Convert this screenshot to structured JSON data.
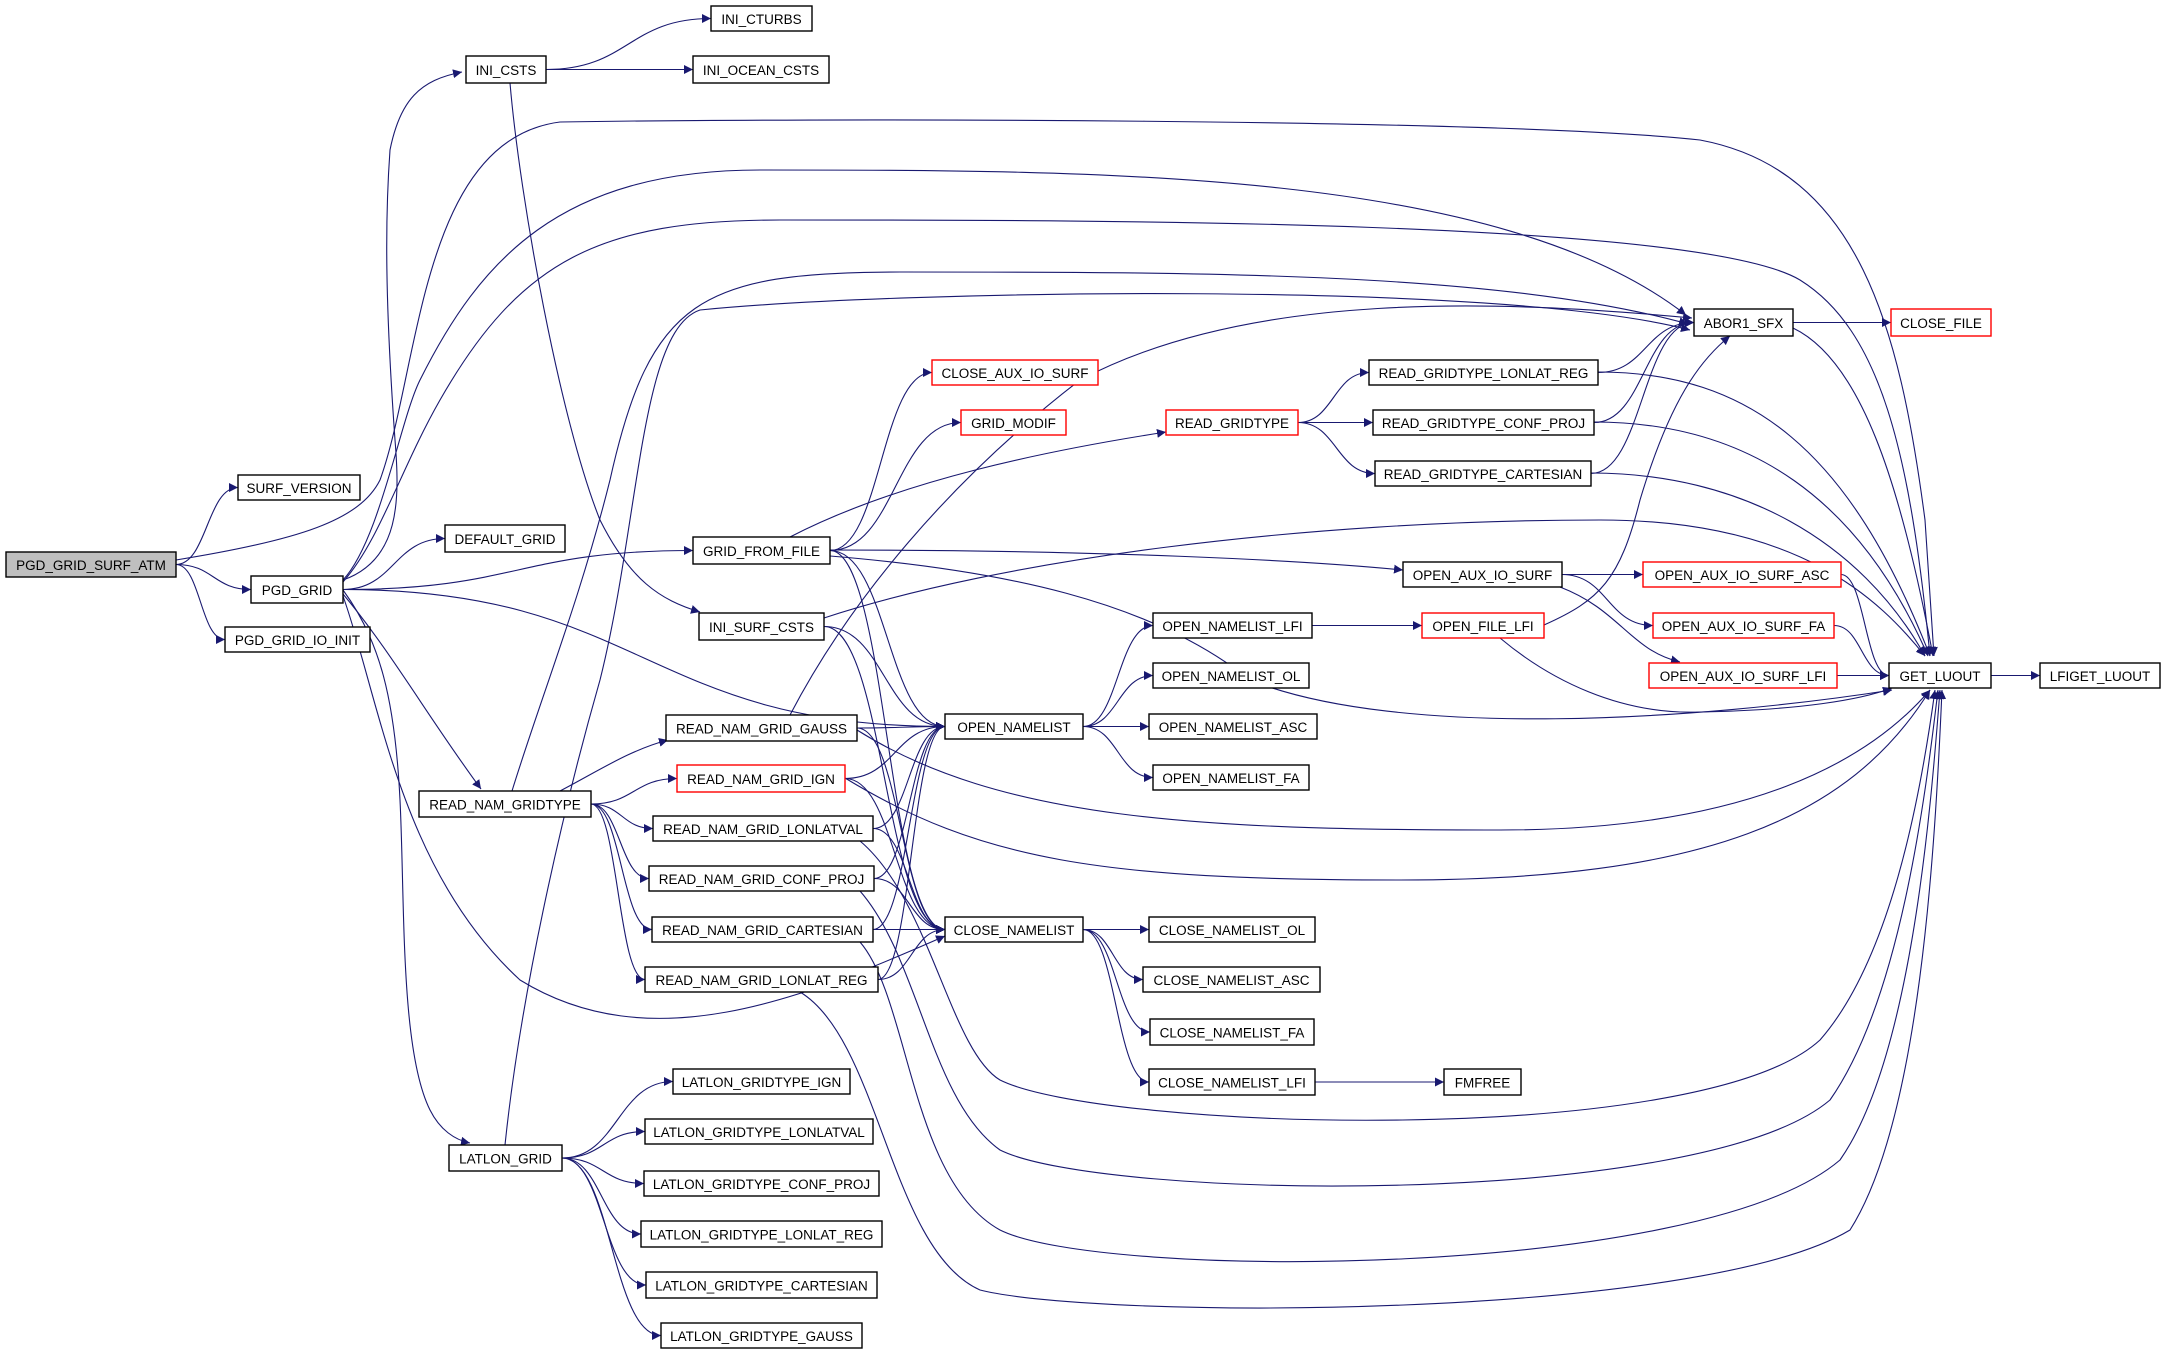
{
  "title": "Call graph of PGD_GRID_SURF_ATM",
  "colors": {
    "edge": "#191970",
    "node_border": "#000000",
    "node_border_undocumented": "#ff0000",
    "root_fill": "#bfbfbf",
    "node_fill": "#ffffff"
  },
  "nodes": [
    {
      "id": "PGD_GRID_SURF_ATM",
      "label": "PGD_GRID_SURF_ATM",
      "style": "root"
    },
    {
      "id": "SURF_VERSION",
      "label": "SURF_VERSION",
      "style": "normal"
    },
    {
      "id": "PGD_GRID",
      "label": "PGD_GRID",
      "style": "normal"
    },
    {
      "id": "PGD_GRID_IO_INIT",
      "label": "PGD_GRID_IO_INIT",
      "style": "normal"
    },
    {
      "id": "INI_CSTS",
      "label": "INI_CSTS",
      "style": "normal"
    },
    {
      "id": "INI_CTURBS",
      "label": "INI_CTURBS",
      "style": "normal"
    },
    {
      "id": "INI_OCEAN_CSTS",
      "label": "INI_OCEAN_CSTS",
      "style": "normal"
    },
    {
      "id": "DEFAULT_GRID",
      "label": "DEFAULT_GRID",
      "style": "normal"
    },
    {
      "id": "GRID_FROM_FILE",
      "label": "GRID_FROM_FILE",
      "style": "normal"
    },
    {
      "id": "INI_SURF_CSTS",
      "label": "INI_SURF_CSTS",
      "style": "normal"
    },
    {
      "id": "READ_NAM_GRIDTYPE",
      "label": "READ_NAM_GRIDTYPE",
      "style": "normal"
    },
    {
      "id": "READ_NAM_GRID_GAUSS",
      "label": "READ_NAM_GRID_GAUSS",
      "style": "normal"
    },
    {
      "id": "READ_NAM_GRID_IGN",
      "label": "READ_NAM_GRID_IGN",
      "style": "red"
    },
    {
      "id": "READ_NAM_GRID_LONLATVAL",
      "label": "READ_NAM_GRID_LONLATVAL",
      "style": "normal"
    },
    {
      "id": "READ_NAM_GRID_CONF_PROJ",
      "label": "READ_NAM_GRID_CONF_PROJ",
      "style": "normal"
    },
    {
      "id": "READ_NAM_GRID_CARTESIAN",
      "label": "READ_NAM_GRID_CARTESIAN",
      "style": "normal"
    },
    {
      "id": "READ_NAM_GRID_LONLAT_REG",
      "label": "READ_NAM_GRID_LONLAT_REG",
      "style": "normal"
    },
    {
      "id": "OPEN_NAMELIST",
      "label": "OPEN_NAMELIST",
      "style": "normal"
    },
    {
      "id": "CLOSE_NAMELIST",
      "label": "CLOSE_NAMELIST",
      "style": "normal"
    },
    {
      "id": "CLOSE_AUX_IO_SURF",
      "label": "CLOSE_AUX_IO_SURF",
      "style": "red"
    },
    {
      "id": "GRID_MODIF",
      "label": "GRID_MODIF",
      "style": "red"
    },
    {
      "id": "READ_GRIDTYPE",
      "label": "READ_GRIDTYPE",
      "style": "red"
    },
    {
      "id": "READ_GRIDTYPE_LONLAT_REG",
      "label": "READ_GRIDTYPE_LONLAT_REG",
      "style": "normal"
    },
    {
      "id": "READ_GRIDTYPE_CONF_PROJ",
      "label": "READ_GRIDTYPE_CONF_PROJ",
      "style": "normal"
    },
    {
      "id": "READ_GRIDTYPE_CARTESIAN",
      "label": "READ_GRIDTYPE_CARTESIAN",
      "style": "normal"
    },
    {
      "id": "ABOR1_SFX",
      "label": "ABOR1_SFX",
      "style": "normal"
    },
    {
      "id": "CLOSE_FILE",
      "label": "CLOSE_FILE",
      "style": "red"
    },
    {
      "id": "OPEN_AUX_IO_SURF",
      "label": "OPEN_AUX_IO_SURF",
      "style": "normal"
    },
    {
      "id": "OPEN_AUX_IO_SURF_ASC",
      "label": "OPEN_AUX_IO_SURF_ASC",
      "style": "red"
    },
    {
      "id": "OPEN_AUX_IO_SURF_FA",
      "label": "OPEN_AUX_IO_SURF_FA",
      "style": "red"
    },
    {
      "id": "OPEN_AUX_IO_SURF_LFI",
      "label": "OPEN_AUX_IO_SURF_LFI",
      "style": "red"
    },
    {
      "id": "OPEN_FILE_LFI",
      "label": "OPEN_FILE_LFI",
      "style": "red"
    },
    {
      "id": "OPEN_NAMELIST_LFI",
      "label": "OPEN_NAMELIST_LFI",
      "style": "normal"
    },
    {
      "id": "OPEN_NAMELIST_OL",
      "label": "OPEN_NAMELIST_OL",
      "style": "normal"
    },
    {
      "id": "OPEN_NAMELIST_ASC",
      "label": "OPEN_NAMELIST_ASC",
      "style": "normal"
    },
    {
      "id": "OPEN_NAMELIST_FA",
      "label": "OPEN_NAMELIST_FA",
      "style": "normal"
    },
    {
      "id": "GET_LUOUT",
      "label": "GET_LUOUT",
      "style": "normal"
    },
    {
      "id": "LFIGET_LUOUT",
      "label": "LFIGET_LUOUT",
      "style": "normal"
    },
    {
      "id": "CLOSE_NAMELIST_OL",
      "label": "CLOSE_NAMELIST_OL",
      "style": "normal"
    },
    {
      "id": "CLOSE_NAMELIST_ASC",
      "label": "CLOSE_NAMELIST_ASC",
      "style": "normal"
    },
    {
      "id": "CLOSE_NAMELIST_FA",
      "label": "CLOSE_NAMELIST_FA",
      "style": "normal"
    },
    {
      "id": "CLOSE_NAMELIST_LFI",
      "label": "CLOSE_NAMELIST_LFI",
      "style": "normal"
    },
    {
      "id": "FMFREE",
      "label": "FMFREE",
      "style": "normal"
    },
    {
      "id": "LATLON_GRID",
      "label": "LATLON_GRID",
      "style": "normal"
    },
    {
      "id": "LATLON_GRIDTYPE_IGN",
      "label": "LATLON_GRIDTYPE_IGN",
      "style": "normal"
    },
    {
      "id": "LATLON_GRIDTYPE_LONLATVAL",
      "label": "LATLON_GRIDTYPE_LONLATVAL",
      "style": "normal"
    },
    {
      "id": "LATLON_GRIDTYPE_CONF_PROJ",
      "label": "LATLON_GRIDTYPE_CONF_PROJ",
      "style": "normal"
    },
    {
      "id": "LATLON_GRIDTYPE_LONLAT_REG",
      "label": "LATLON_GRIDTYPE_LONLAT_REG",
      "style": "normal"
    },
    {
      "id": "LATLON_GRIDTYPE_CARTESIAN",
      "label": "LATLON_GRIDTYPE_CARTESIAN",
      "style": "normal"
    },
    {
      "id": "LATLON_GRIDTYPE_GAUSS",
      "label": "LATLON_GRIDTYPE_GAUSS",
      "style": "normal"
    }
  ],
  "edges": [
    [
      "PGD_GRID_SURF_ATM",
      "SURF_VERSION"
    ],
    [
      "PGD_GRID_SURF_ATM",
      "PGD_GRID"
    ],
    [
      "PGD_GRID_SURF_ATM",
      "PGD_GRID_IO_INIT"
    ],
    [
      "PGD_GRID_SURF_ATM",
      "GET_LUOUT"
    ],
    [
      "PGD_GRID",
      "INI_CSTS"
    ],
    [
      "PGD_GRID",
      "DEFAULT_GRID"
    ],
    [
      "PGD_GRID",
      "GRID_FROM_FILE"
    ],
    [
      "PGD_GRID",
      "OPEN_NAMELIST"
    ],
    [
      "PGD_GRID",
      "READ_NAM_GRIDTYPE"
    ],
    [
      "PGD_GRID",
      "CLOSE_NAMELIST"
    ],
    [
      "PGD_GRID",
      "LATLON_GRID"
    ],
    [
      "PGD_GRID",
      "ABOR1_SFX"
    ],
    [
      "PGD_GRID",
      "GET_LUOUT"
    ],
    [
      "INI_CSTS",
      "INI_CTURBS"
    ],
    [
      "INI_CSTS",
      "INI_OCEAN_CSTS"
    ],
    [
      "INI_CSTS",
      "INI_SURF_CSTS"
    ],
    [
      "GRID_FROM_FILE",
      "CLOSE_AUX_IO_SURF"
    ],
    [
      "GRID_FROM_FILE",
      "GRID_MODIF"
    ],
    [
      "GRID_FROM_FILE",
      "READ_GRIDTYPE"
    ],
    [
      "GRID_FROM_FILE",
      "OPEN_AUX_IO_SURF"
    ],
    [
      "GRID_FROM_FILE",
      "OPEN_NAMELIST"
    ],
    [
      "GRID_FROM_FILE",
      "CLOSE_NAMELIST"
    ],
    [
      "GRID_FROM_FILE",
      "GET_LUOUT"
    ],
    [
      "INI_SURF_CSTS",
      "OPEN_NAMELIST"
    ],
    [
      "INI_SURF_CSTS",
      "CLOSE_NAMELIST"
    ],
    [
      "INI_SURF_CSTS",
      "GET_LUOUT"
    ],
    [
      "READ_GRIDTYPE",
      "READ_GRIDTYPE_LONLAT_REG"
    ],
    [
      "READ_GRIDTYPE",
      "READ_GRIDTYPE_CONF_PROJ"
    ],
    [
      "READ_GRIDTYPE",
      "READ_GRIDTYPE_CARTESIAN"
    ],
    [
      "READ_GRIDTYPE_LONLAT_REG",
      "ABOR1_SFX"
    ],
    [
      "READ_GRIDTYPE_LONLAT_REG",
      "GET_LUOUT"
    ],
    [
      "READ_GRIDTYPE_CONF_PROJ",
      "ABOR1_SFX"
    ],
    [
      "READ_GRIDTYPE_CONF_PROJ",
      "GET_LUOUT"
    ],
    [
      "READ_GRIDTYPE_CARTESIAN",
      "ABOR1_SFX"
    ],
    [
      "READ_GRIDTYPE_CARTESIAN",
      "GET_LUOUT"
    ],
    [
      "ABOR1_SFX",
      "CLOSE_FILE"
    ],
    [
      "ABOR1_SFX",
      "GET_LUOUT"
    ],
    [
      "OPEN_AUX_IO_SURF",
      "OPEN_AUX_IO_SURF_ASC"
    ],
    [
      "OPEN_AUX_IO_SURF",
      "OPEN_AUX_IO_SURF_FA"
    ],
    [
      "OPEN_AUX_IO_SURF",
      "OPEN_AUX_IO_SURF_LFI"
    ],
    [
      "OPEN_AUX_IO_SURF_ASC",
      "GET_LUOUT"
    ],
    [
      "OPEN_AUX_IO_SURF_FA",
      "GET_LUOUT"
    ],
    [
      "OPEN_AUX_IO_SURF_LFI",
      "GET_LUOUT"
    ],
    [
      "GET_LUOUT",
      "LFIGET_LUOUT"
    ],
    [
      "OPEN_NAMELIST",
      "OPEN_NAMELIST_LFI"
    ],
    [
      "OPEN_NAMELIST",
      "OPEN_NAMELIST_OL"
    ],
    [
      "OPEN_NAMELIST",
      "OPEN_NAMELIST_ASC"
    ],
    [
      "OPEN_NAMELIST",
      "OPEN_NAMELIST_FA"
    ],
    [
      "OPEN_NAMELIST_LFI",
      "OPEN_FILE_LFI"
    ],
    [
      "OPEN_FILE_LFI",
      "ABOR1_SFX"
    ],
    [
      "OPEN_FILE_LFI",
      "GET_LUOUT"
    ],
    [
      "READ_NAM_GRIDTYPE",
      "READ_NAM_GRID_GAUSS"
    ],
    [
      "READ_NAM_GRIDTYPE",
      "READ_NAM_GRID_IGN"
    ],
    [
      "READ_NAM_GRIDTYPE",
      "READ_NAM_GRID_LONLATVAL"
    ],
    [
      "READ_NAM_GRIDTYPE",
      "READ_NAM_GRID_CONF_PROJ"
    ],
    [
      "READ_NAM_GRIDTYPE",
      "READ_NAM_GRID_CARTESIAN"
    ],
    [
      "READ_NAM_GRIDTYPE",
      "READ_NAM_GRID_LONLAT_REG"
    ],
    [
      "READ_NAM_GRIDTYPE",
      "ABOR1_SFX"
    ],
    [
      "READ_NAM_GRID_GAUSS",
      "OPEN_NAMELIST"
    ],
    [
      "READ_NAM_GRID_GAUSS",
      "CLOSE_NAMELIST"
    ],
    [
      "READ_NAM_GRID_GAUSS",
      "GET_LUOUT"
    ],
    [
      "READ_NAM_GRID_GAUSS",
      "ABOR1_SFX"
    ],
    [
      "READ_NAM_GRID_IGN",
      "OPEN_NAMELIST"
    ],
    [
      "READ_NAM_GRID_IGN",
      "CLOSE_NAMELIST"
    ],
    [
      "READ_NAM_GRID_IGN",
      "GET_LUOUT"
    ],
    [
      "READ_NAM_GRID_LONLATVAL",
      "OPEN_NAMELIST"
    ],
    [
      "READ_NAM_GRID_LONLATVAL",
      "CLOSE_NAMELIST"
    ],
    [
      "READ_NAM_GRID_LONLATVAL",
      "GET_LUOUT"
    ],
    [
      "READ_NAM_GRID_CONF_PROJ",
      "OPEN_NAMELIST"
    ],
    [
      "READ_NAM_GRID_CONF_PROJ",
      "CLOSE_NAMELIST"
    ],
    [
      "READ_NAM_GRID_CONF_PROJ",
      "GET_LUOUT"
    ],
    [
      "READ_NAM_GRID_CARTESIAN",
      "OPEN_NAMELIST"
    ],
    [
      "READ_NAM_GRID_CARTESIAN",
      "CLOSE_NAMELIST"
    ],
    [
      "READ_NAM_GRID_CARTESIAN",
      "GET_LUOUT"
    ],
    [
      "READ_NAM_GRID_LONLAT_REG",
      "OPEN_NAMELIST"
    ],
    [
      "READ_NAM_GRID_LONLAT_REG",
      "CLOSE_NAMELIST"
    ],
    [
      "READ_NAM_GRID_LONLAT_REG",
      "GET_LUOUT"
    ],
    [
      "CLOSE_NAMELIST",
      "CLOSE_NAMELIST_OL"
    ],
    [
      "CLOSE_NAMELIST",
      "CLOSE_NAMELIST_ASC"
    ],
    [
      "CLOSE_NAMELIST",
      "CLOSE_NAMELIST_FA"
    ],
    [
      "CLOSE_NAMELIST",
      "CLOSE_NAMELIST_LFI"
    ],
    [
      "CLOSE_NAMELIST_LFI",
      "FMFREE"
    ],
    [
      "LATLON_GRID",
      "LATLON_GRIDTYPE_IGN"
    ],
    [
      "LATLON_GRID",
      "LATLON_GRIDTYPE_LONLATVAL"
    ],
    [
      "LATLON_GRID",
      "LATLON_GRIDTYPE_CONF_PROJ"
    ],
    [
      "LATLON_GRID",
      "LATLON_GRIDTYPE_LONLAT_REG"
    ],
    [
      "LATLON_GRID",
      "LATLON_GRIDTYPE_CARTESIAN"
    ],
    [
      "LATLON_GRID",
      "LATLON_GRIDTYPE_GAUSS"
    ],
    [
      "LATLON_GRID",
      "ABOR1_SFX"
    ]
  ]
}
